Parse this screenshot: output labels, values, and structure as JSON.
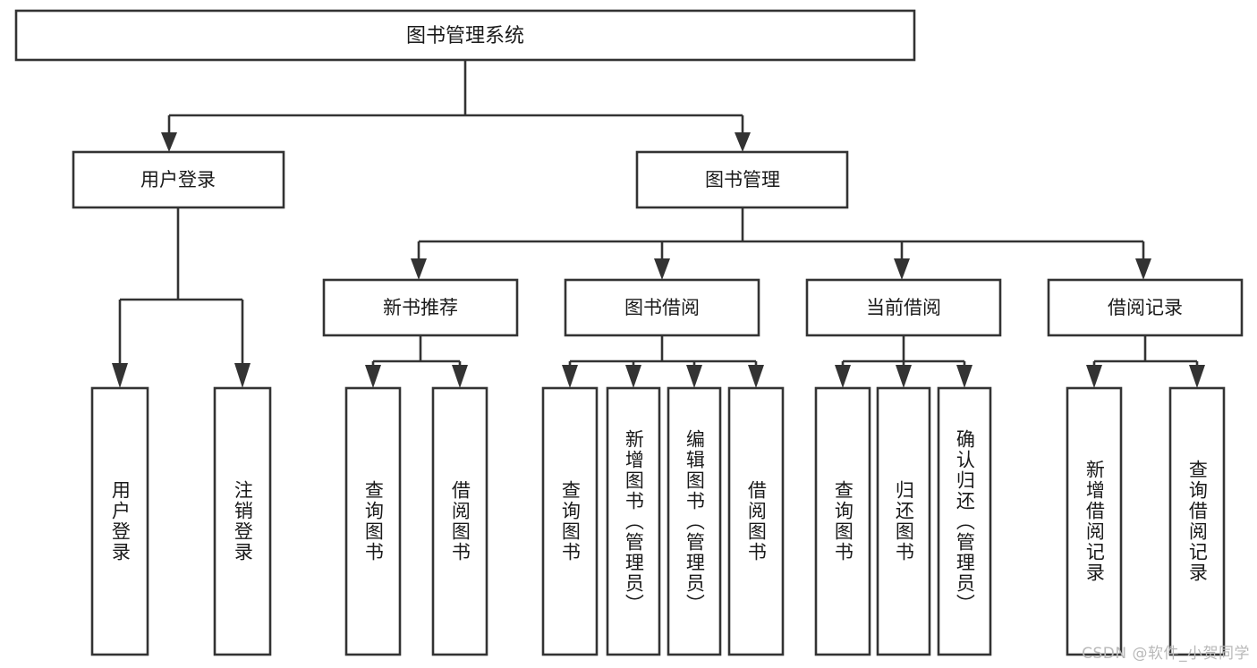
{
  "diagram": {
    "title": "图书管理系统",
    "type": "tree-hierarchy",
    "watermark": "CSDN @软件_小贺同学",
    "colors": {
      "stroke": "#333333",
      "fill": "#ffffff",
      "text": "#1a1a1a",
      "watermark": "#b9b9b9"
    },
    "levels": {
      "root": {
        "label": "图书管理系统"
      },
      "level2": [
        {
          "id": "user-login",
          "label": "用户登录"
        },
        {
          "id": "book-manage",
          "label": "图书管理"
        }
      ],
      "level3": [
        {
          "id": "new-book-recommend",
          "label": "新书推荐"
        },
        {
          "id": "book-borrow",
          "label": "图书借阅"
        },
        {
          "id": "current-borrow",
          "label": "当前借阅"
        },
        {
          "id": "borrow-record",
          "label": "借阅记录"
        }
      ],
      "leaves": {
        "user_login": [
          {
            "id": "leaf-user-login",
            "label": "用户登录"
          },
          {
            "id": "leaf-user-logout",
            "label": "注销登录"
          }
        ],
        "new_book_recommend": [
          {
            "id": "leaf-query-book-1",
            "label": "查询图书"
          },
          {
            "id": "leaf-borrow-book-1",
            "label": "借阅图书"
          }
        ],
        "book_borrow": [
          {
            "id": "leaf-query-book-2",
            "label": "查询图书"
          },
          {
            "id": "leaf-add-book",
            "label": "新增图书（管理员）"
          },
          {
            "id": "leaf-edit-book",
            "label": "编辑图书（管理员）"
          },
          {
            "id": "leaf-borrow-book-2",
            "label": "借阅图书"
          }
        ],
        "current_borrow": [
          {
            "id": "leaf-query-book-3",
            "label": "查询图书"
          },
          {
            "id": "leaf-return-book",
            "label": "归还图书"
          },
          {
            "id": "leaf-confirm-return",
            "label": "确认归还（管理员）"
          }
        ],
        "borrow_record": [
          {
            "id": "leaf-add-record",
            "label": "新增借阅记录"
          },
          {
            "id": "leaf-query-record",
            "label": "查询借阅记录"
          }
        ]
      }
    }
  }
}
